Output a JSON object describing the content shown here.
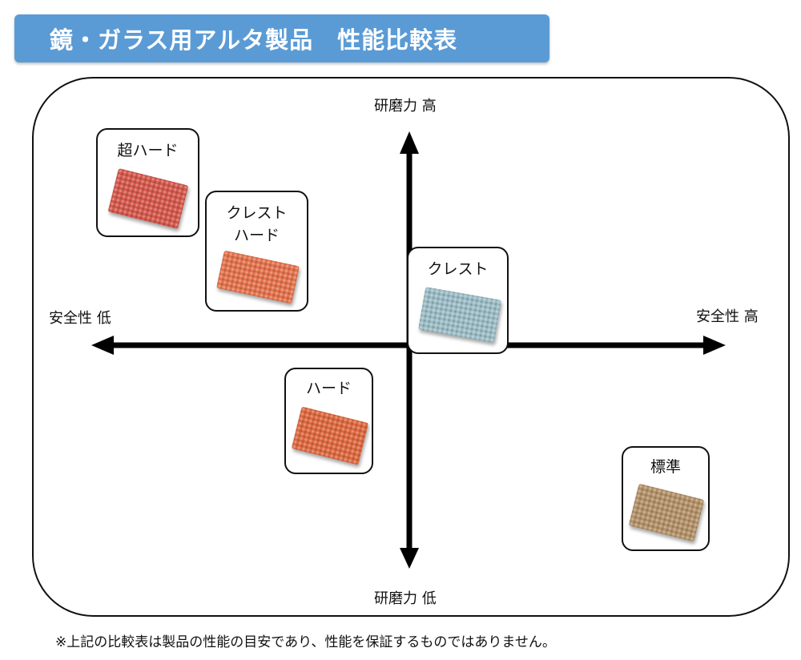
{
  "title": "鏡・ガラス用アルタ製品　性能比較表",
  "axes": {
    "y_high": "研磨力 高",
    "y_low": "研磨力 低",
    "x_low": "安全性 低",
    "x_high": "安全性 高"
  },
  "products": [
    {
      "id": "ultra-hard",
      "label": "超ハード",
      "color": "#d45a4e"
    },
    {
      "id": "crest-hard",
      "label": "クレスト\nハード",
      "color": "#e3744f"
    },
    {
      "id": "crest",
      "label": "クレスト",
      "color": "#9cbcc5"
    },
    {
      "id": "hard",
      "label": "ハード",
      "color": "#dd6a42"
    },
    {
      "id": "standard",
      "label": "標準",
      "color": "#b3926a"
    }
  ],
  "note": "※上記の比較表は製品の性能の目安であり、性能を保証するものではありません。"
}
